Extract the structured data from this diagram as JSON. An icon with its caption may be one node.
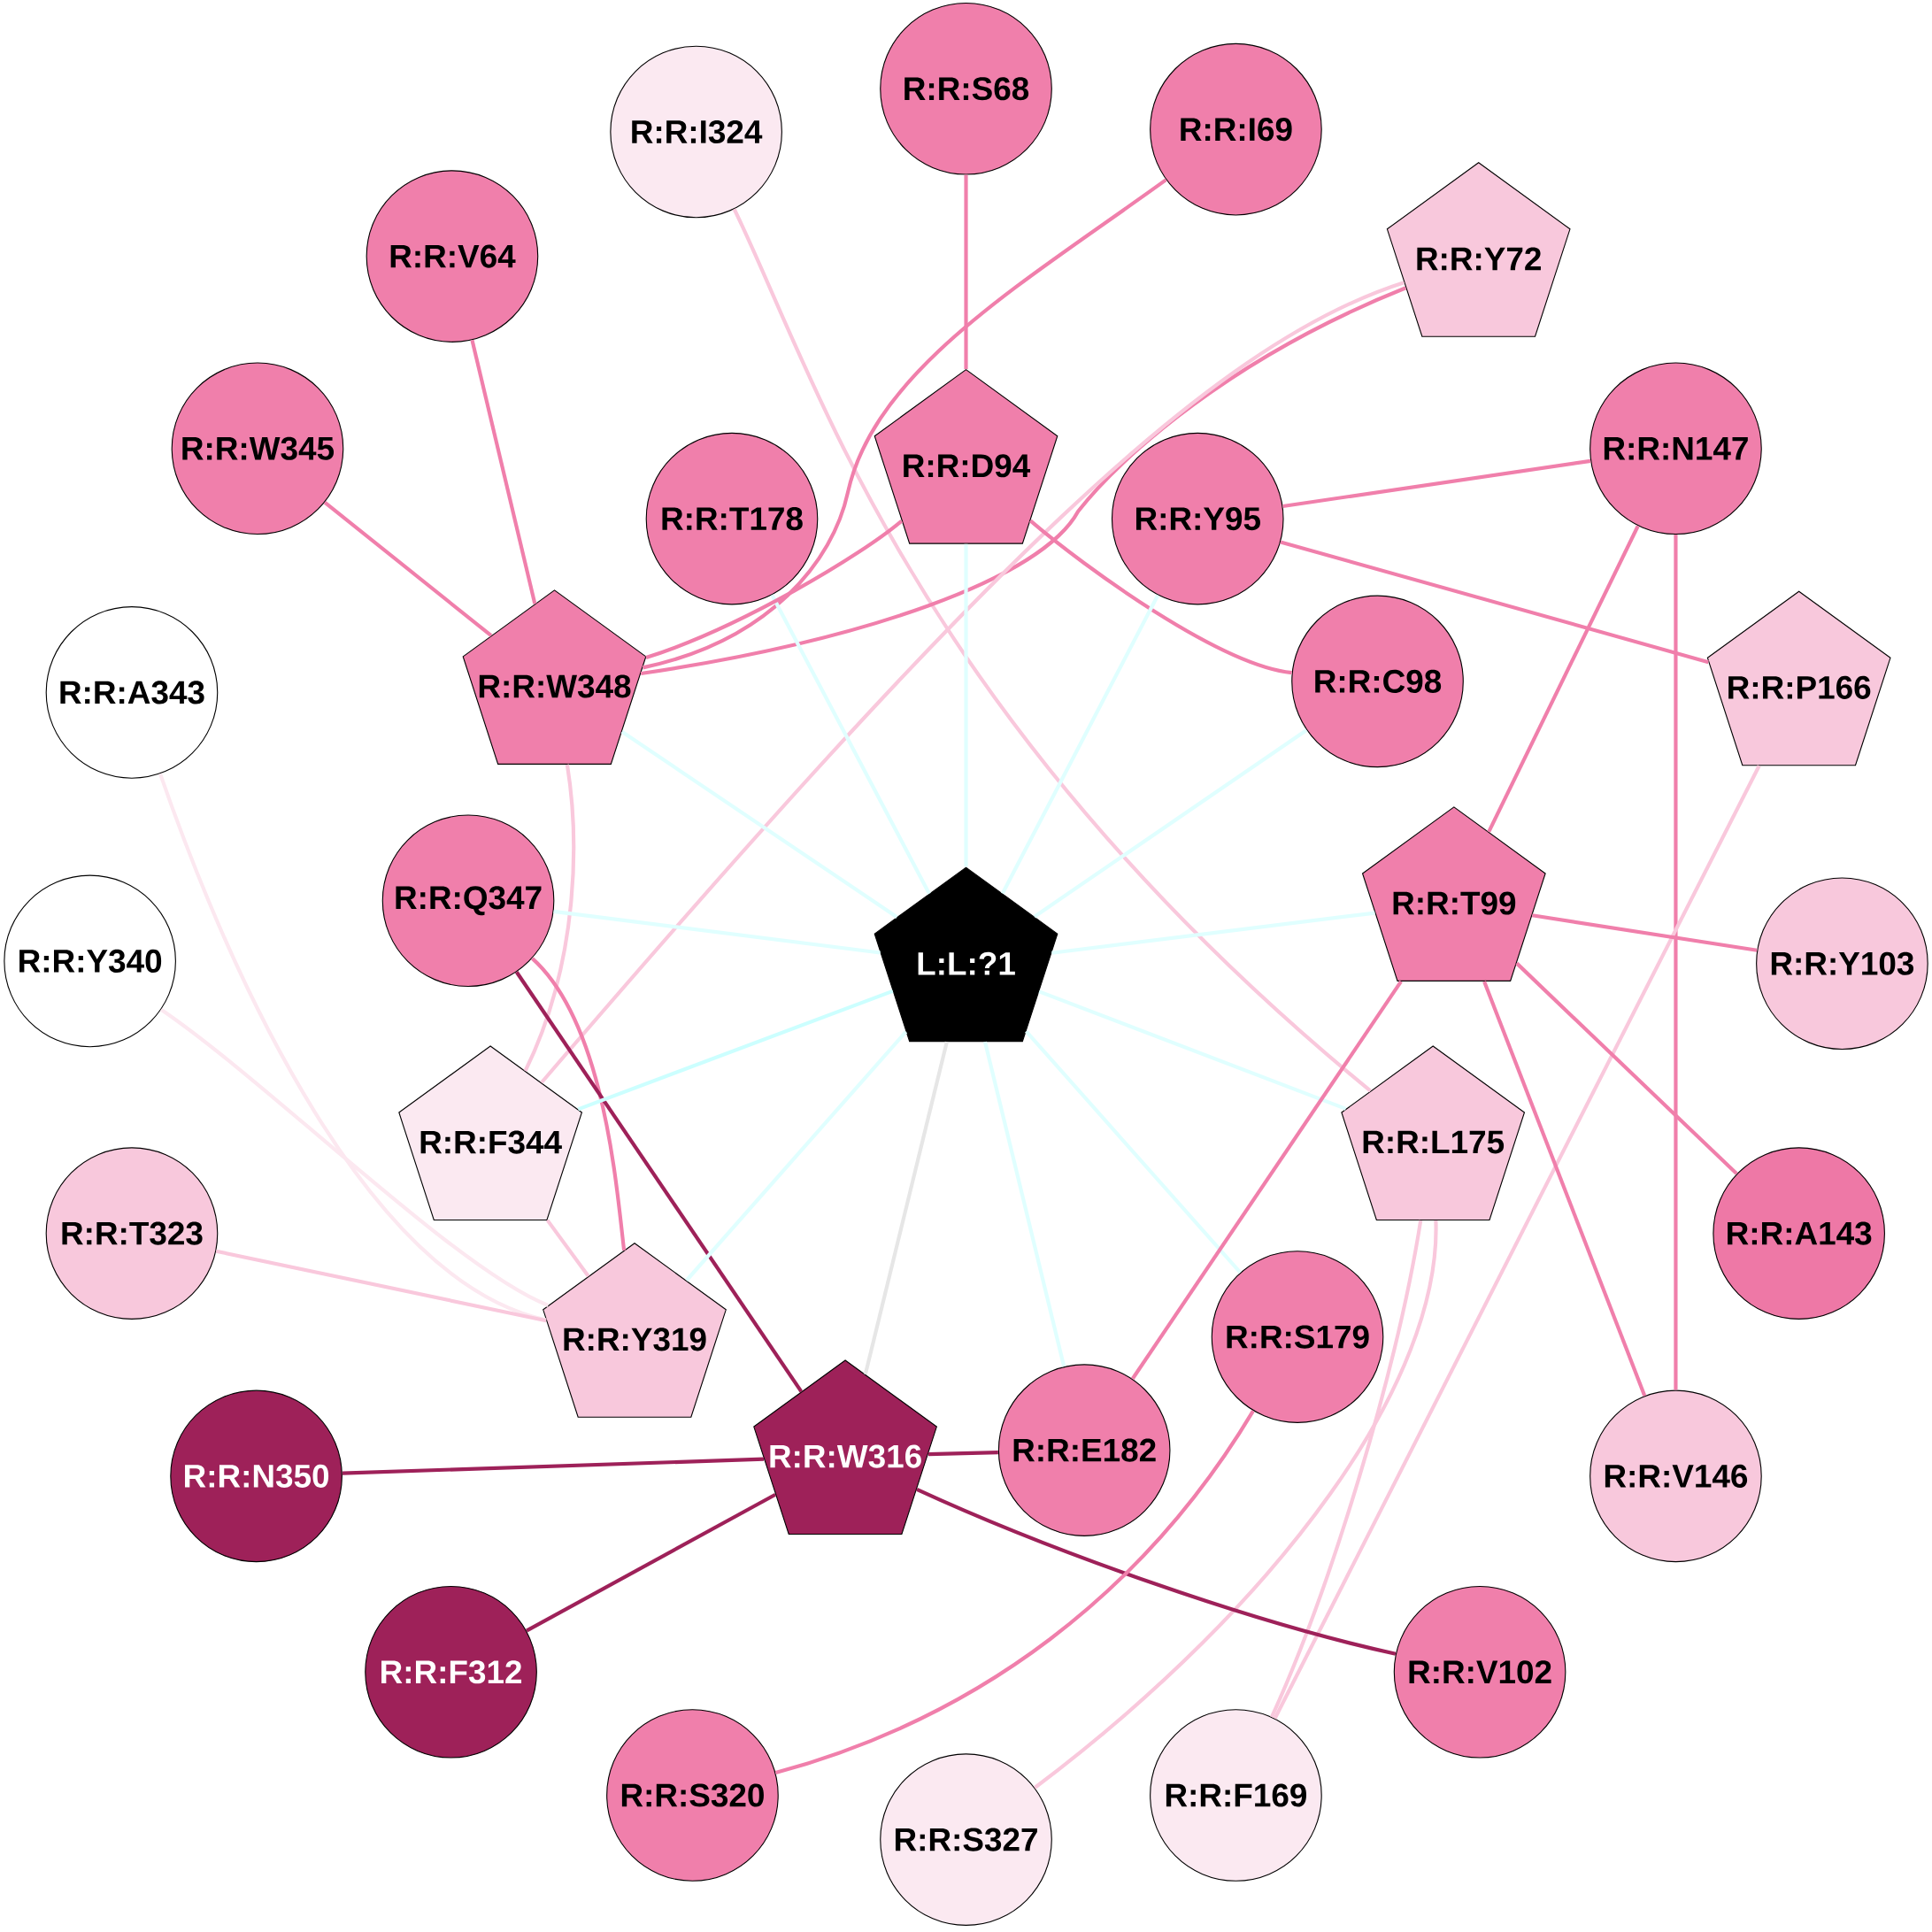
{
  "diagram": {
    "nodes": [
      {
        "text": [
          "R:R:I324"
        ]
      },
      {
        "text": [
          "R:R:S68"
        ]
      },
      {
        "text": [
          "R:R:I69"
        ]
      },
      {
        "text": [
          "R:R:V64"
        ]
      },
      {
        "text": [
          "R:R:Y72"
        ]
      },
      {
        "text": [
          "R:R:W345"
        ]
      },
      {
        "text": [
          "R:R:T178"
        ]
      },
      {
        "text": [
          "R:R:D94"
        ]
      },
      {
        "text": [
          "R:R:Y95"
        ]
      },
      {
        "text": [
          "R:R:N147"
        ]
      },
      {
        "text": [
          "R:R:A343"
        ]
      },
      {
        "text": [
          "R:R:W348"
        ]
      },
      {
        "text": [
          "R:R:C98"
        ]
      },
      {
        "text": [
          "R:R:P166"
        ]
      },
      {
        "text": [
          "R:R:Y340"
        ]
      },
      {
        "text": [
          "R:R:Q347"
        ]
      },
      {
        "text": [
          "L:L:?1"
        ]
      },
      {
        "text": [
          "R:R:T99"
        ]
      },
      {
        "text": [
          "R:R:Y103"
        ]
      },
      {
        "text": [
          "R:R:T323"
        ]
      },
      {
        "text": [
          "R:R:F344"
        ]
      },
      {
        "text": [
          "R:R:L175"
        ]
      },
      {
        "text": [
          "R:R:A143"
        ]
      },
      {
        "text": [
          "R:R:N350"
        ]
      },
      {
        "text": [
          "R:R:Y319"
        ]
      },
      {
        "text": [
          "R:R:W316"
        ]
      },
      {
        "text": [
          "R:R:E182"
        ]
      },
      {
        "text": [
          "R:R:S179"
        ]
      },
      {
        "text": [
          "R:R:V146"
        ]
      },
      {
        "text": [
          "R:R:F312"
        ]
      },
      {
        "text": [
          "R:R:S320"
        ]
      },
      {
        "text": [
          "R:R:S327"
        ]
      },
      {
        "text": [
          "R:R:F169"
        ]
      },
      {
        "text": [
          "R:R:V102"
        ]
      }
    ],
    "edges": [
      {
        "from": 0,
        "to": 21,
        "arrow": "none",
        "color": "#f9c8dc"
      },
      {
        "from": 1,
        "to": 7,
        "arrow": "none"
      },
      {
        "from": 2,
        "to": 11,
        "arrow": "none"
      },
      {
        "from": 3,
        "to": 11,
        "arrow": "none"
      },
      {
        "from": 4,
        "to": 11,
        "arrow": "none"
      },
      {
        "from": 4,
        "to": 20,
        "arrow": "none",
        "color": "#f9c8dc"
      },
      {
        "from": 5,
        "to": 11,
        "arrow": "none"
      },
      {
        "from": 6,
        "to": 16,
        "arrow": "none",
        "color": "#e0ffff"
      },
      {
        "from": 7,
        "to": 11,
        "arrow": "none"
      },
      {
        "from": 7,
        "to": 12,
        "arrow": "none"
      },
      {
        "from": 7,
        "to": 16,
        "arrow": "none",
        "color": "#e0ffff"
      },
      {
        "from": 8,
        "to": 9,
        "arrow": "none"
      },
      {
        "from": 8,
        "to": 13,
        "arrow": "none"
      },
      {
        "from": 8,
        "to": 16,
        "arrow": "none",
        "color": "#e0ffff"
      },
      {
        "from": 9,
        "to": 17,
        "arrow": "none"
      },
      {
        "from": 9,
        "to": 28,
        "arrow": "none"
      },
      {
        "from": 10,
        "to": 24,
        "arrow": "none",
        "color": "#fce8f0"
      },
      {
        "from": 11,
        "to": 16,
        "arrow": "none",
        "color": "#e0ffff"
      },
      {
        "from": 11,
        "to": 20,
        "arrow": "none",
        "color": "#f9c8dc"
      },
      {
        "from": 12,
        "to": 16,
        "arrow": "none",
        "color": "#e0ffff"
      },
      {
        "from": 13,
        "to": 32,
        "arrow": "none",
        "color": "#f9c8dc"
      },
      {
        "from": 14,
        "to": 24,
        "arrow": "none",
        "color": "#fce8f0"
      },
      {
        "from": 15,
        "to": 16,
        "arrow": "none",
        "color": "#e0ffff"
      },
      {
        "from": 15,
        "to": 24,
        "arrow": "none"
      },
      {
        "from": 15,
        "to": 25,
        "arrow": "none",
        "color": "#9e2159"
      },
      {
        "from": 16,
        "to": 17,
        "arrow": "none",
        "color": "#e0ffff"
      },
      {
        "from": 16,
        "to": 20,
        "arrow": "none",
        "color": "#ccffff"
      },
      {
        "from": 16,
        "to": 21,
        "arrow": "none",
        "color": "#e0ffff"
      },
      {
        "from": 16,
        "to": 24,
        "arrow": "none",
        "color": "#e0ffff"
      },
      {
        "from": 16,
        "to": 25,
        "arrow": "none",
        "color": "#e6e6e6"
      },
      {
        "from": 16,
        "to": 26,
        "arrow": "none",
        "color": "#e0ffff"
      },
      {
        "from": 16,
        "to": 27,
        "arrow": "none",
        "color": "#e0ffff"
      },
      {
        "from": 17,
        "to": 18,
        "arrow": "none"
      },
      {
        "from": 17,
        "to": 22,
        "arrow": "none"
      },
      {
        "from": 17,
        "to": 26,
        "arrow": "none"
      },
      {
        "from": 17,
        "to": 28,
        "arrow": "none"
      },
      {
        "from": 19,
        "to": 24,
        "arrow": "none",
        "color": "#f9c8dc"
      },
      {
        "from": 20,
        "to": 24,
        "arrow": "none",
        "color": "#f9c8dc"
      },
      {
        "from": 21,
        "to": 31,
        "arrow": "none",
        "color": "#f9c8dc"
      },
      {
        "from": 21,
        "to": 32,
        "arrow": "none",
        "color": "#f9c8dc"
      },
      {
        "from": 23,
        "to": 25,
        "arrow": "none",
        "color": "#9e2159"
      },
      {
        "from": 25,
        "to": 26,
        "arrow": "none",
        "color": "#9e2159"
      },
      {
        "from": 25,
        "to": 29,
        "arrow": "none",
        "color": "#9e2159"
      },
      {
        "from": 25,
        "to": 33,
        "arrow": "none",
        "color": "#9e2159"
      },
      {
        "from": 27,
        "to": 30,
        "arrow": "none"
      }
    ]
  }
}
